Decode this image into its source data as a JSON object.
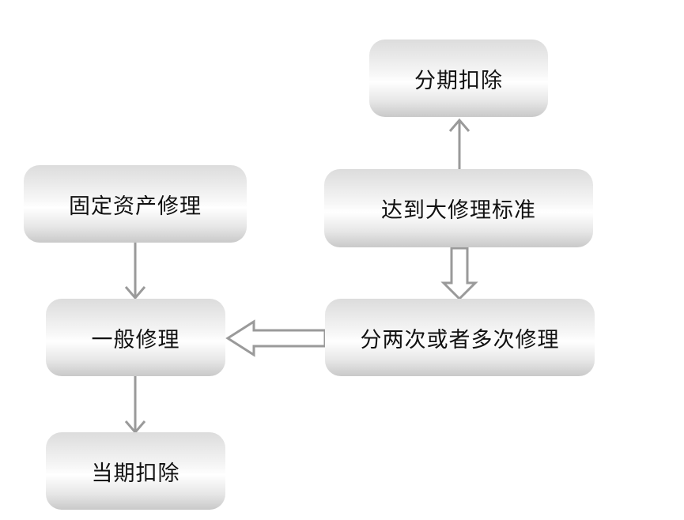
{
  "nodes": {
    "installment_deduction": "分期扣除",
    "major_repair_standard": "达到大修理标准",
    "fixed_asset_repair": "固定资产修理",
    "multiple_repairs": "分两次或者多次修理",
    "general_repair": "一般修理",
    "current_deduction": "当期扣除"
  },
  "colors": {
    "arrow": "#9a9a9a",
    "node_text": "#111111"
  }
}
